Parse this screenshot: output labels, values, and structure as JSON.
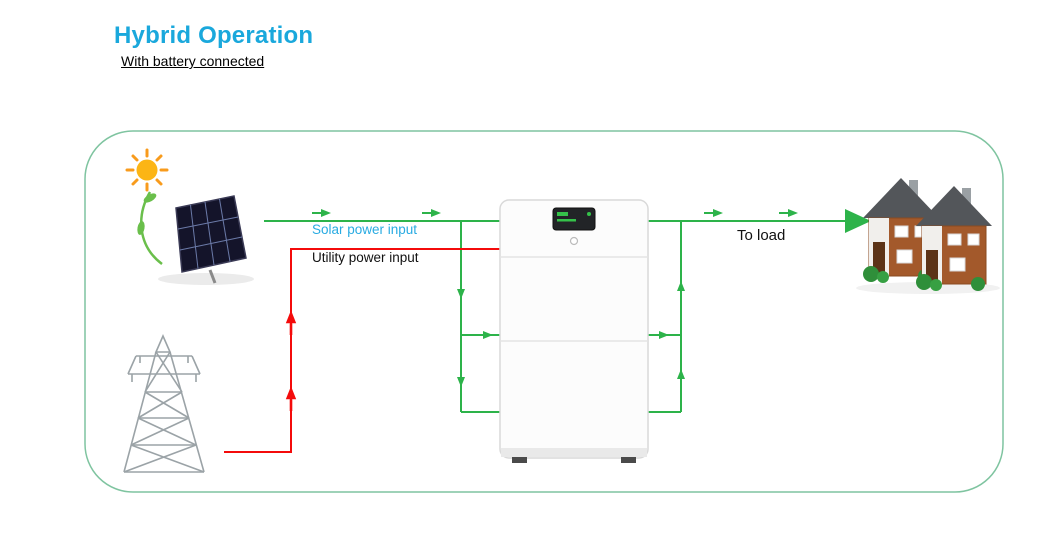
{
  "page": {
    "title": "Hybrid Operation",
    "subtitle": "With battery connected"
  },
  "labels": {
    "solar_input": "Solar power input",
    "utility_input": "Utility power input",
    "to_load": "To load"
  },
  "colors": {
    "title_accent": "#1aa8dc",
    "solar_label": "#29abe2",
    "flow_green": "#2db34a",
    "flow_red": "#f40b0b",
    "container_border": "#7fc4a0"
  },
  "icons": [
    {
      "name": "sun-icon"
    },
    {
      "name": "solar-panel-icon"
    },
    {
      "name": "transmission-tower-icon"
    },
    {
      "name": "inverter-battery-unit-icon"
    },
    {
      "name": "house-icon"
    }
  ]
}
